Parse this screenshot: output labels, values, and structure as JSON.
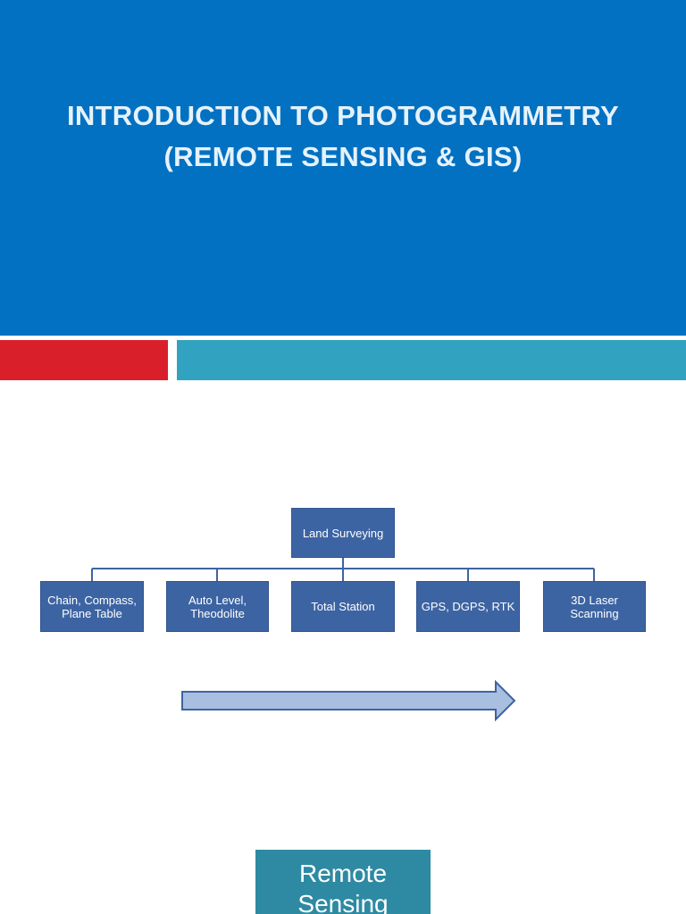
{
  "slide": {
    "title_line1": "INTRODUCTION TO PHOTOGRAMMETRY",
    "title_line2": "(REMOTE SENSING & GIS)"
  },
  "hierarchy": {
    "root": "Land Surveying",
    "children": [
      "Chain, Compass, Plane Table",
      "Auto Level, Theodolite",
      "Total Station",
      "GPS, DGPS, RTK",
      "3D Laser Scanning"
    ]
  },
  "bottom_box": {
    "label": "Remote Sensing"
  },
  "colors": {
    "header_bg": "#0371c1",
    "accent_red": "#d9202a",
    "accent_teal": "#31a2bf",
    "node_fill": "#3d64a2",
    "arrow_fill": "#a9bfe0",
    "bottom_box_fill": "#2e8aa2"
  }
}
